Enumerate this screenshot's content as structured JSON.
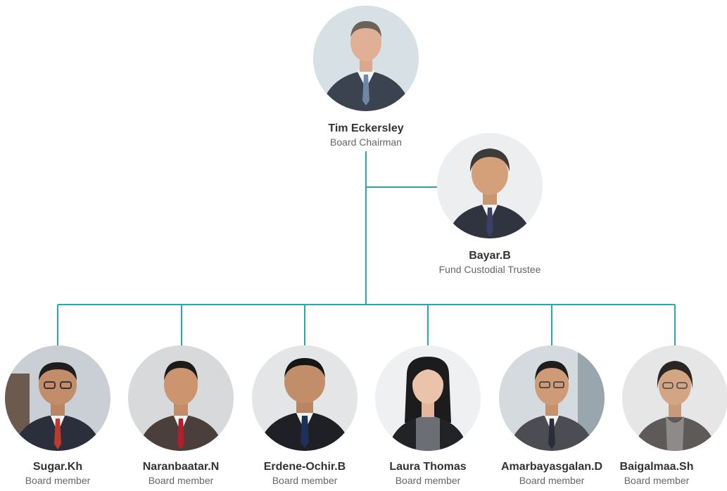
{
  "colors": {
    "connector": "#2aa7ab",
    "name_text": "#333333",
    "role_text": "#666666"
  },
  "chairman": {
    "name": "Tim Eckersley",
    "role": "Board Chairman"
  },
  "trustee": {
    "name": "Bayar.B",
    "role": "Fund Custodial Trustee"
  },
  "members": [
    {
      "name": "Sugar.Kh",
      "role": "Board member"
    },
    {
      "name": "Naranbaatar.N",
      "role": "Board member"
    },
    {
      "name": "Erdene-Ochir.B",
      "role": "Board member"
    },
    {
      "name": "Laura Thomas",
      "role": "Board member"
    },
    {
      "name": "Amarbayasgalan.D",
      "role": "Board member"
    },
    {
      "name": "Baigalmaa.Sh",
      "role": "Board member"
    }
  ]
}
